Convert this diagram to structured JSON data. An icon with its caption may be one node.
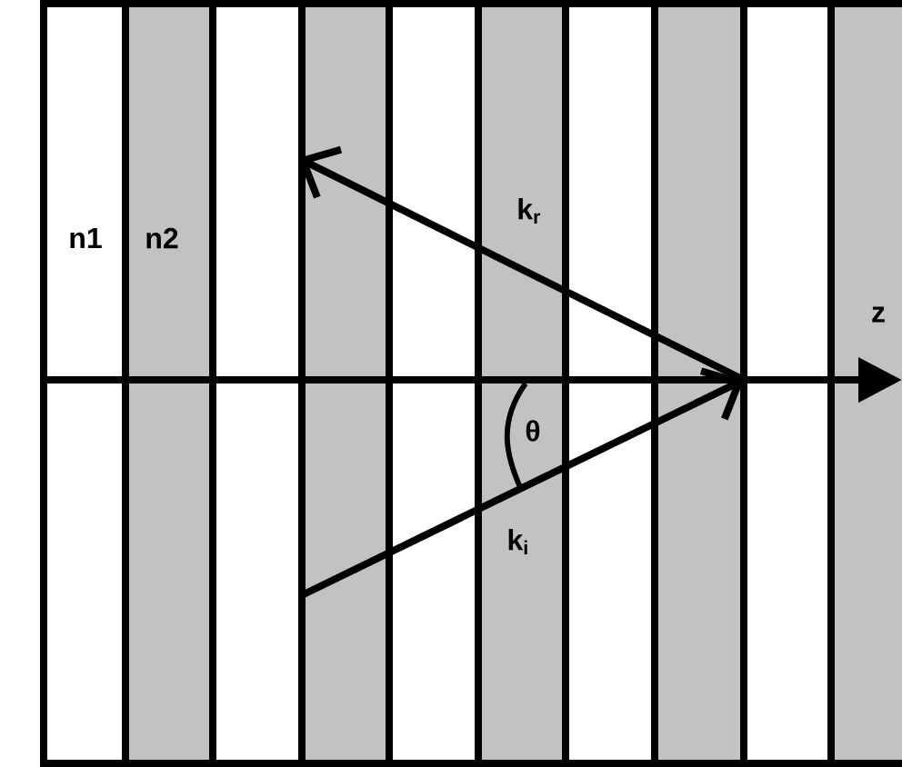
{
  "diagram": {
    "labels": [
      "k$_{r}$",
      "n1",
      "n2",
      "z",
      "θ",
      "k$_{i}$"
    ]
  }
}
